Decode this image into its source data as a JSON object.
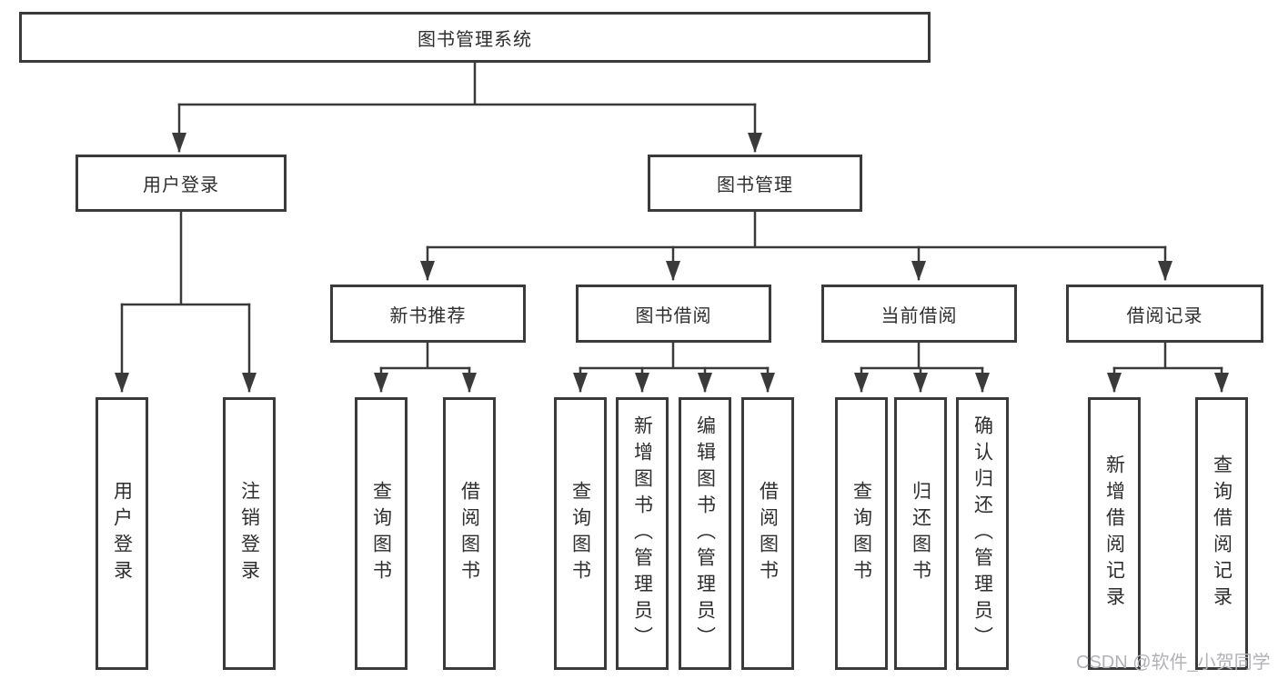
{
  "tree": {
    "root": {
      "label": "图书管理系统"
    },
    "branches": [
      {
        "label": "用户登录",
        "children": [
          {
            "label": "用户登录"
          },
          {
            "label": "注销登录"
          }
        ]
      },
      {
        "label": "图书管理",
        "children": [
          {
            "label": "新书推荐",
            "children": [
              {
                "label": "查询图书"
              },
              {
                "label": "借阅图书"
              }
            ]
          },
          {
            "label": "图书借阅",
            "children": [
              {
                "label": "查询图书"
              },
              {
                "label": "新增图书（管理员）"
              },
              {
                "label": "编辑图书（管理员）"
              },
              {
                "label": "借阅图书"
              }
            ]
          },
          {
            "label": "当前借阅",
            "children": [
              {
                "label": "查询图书"
              },
              {
                "label": "归还图书"
              },
              {
                "label": "确认归还（管理员）"
              }
            ]
          },
          {
            "label": "借阅记录",
            "children": [
              {
                "label": "新增借阅记录"
              },
              {
                "label": "查询借阅记录"
              }
            ]
          }
        ]
      }
    ]
  },
  "watermark": {
    "text": "CSDN @软件_小贺同学"
  },
  "colors": {
    "line": "#3a3a3a",
    "border": "#3a3a3a",
    "text": "#2e2e2e",
    "watermark": "#b2b2b6",
    "background": "#ffffff"
  }
}
